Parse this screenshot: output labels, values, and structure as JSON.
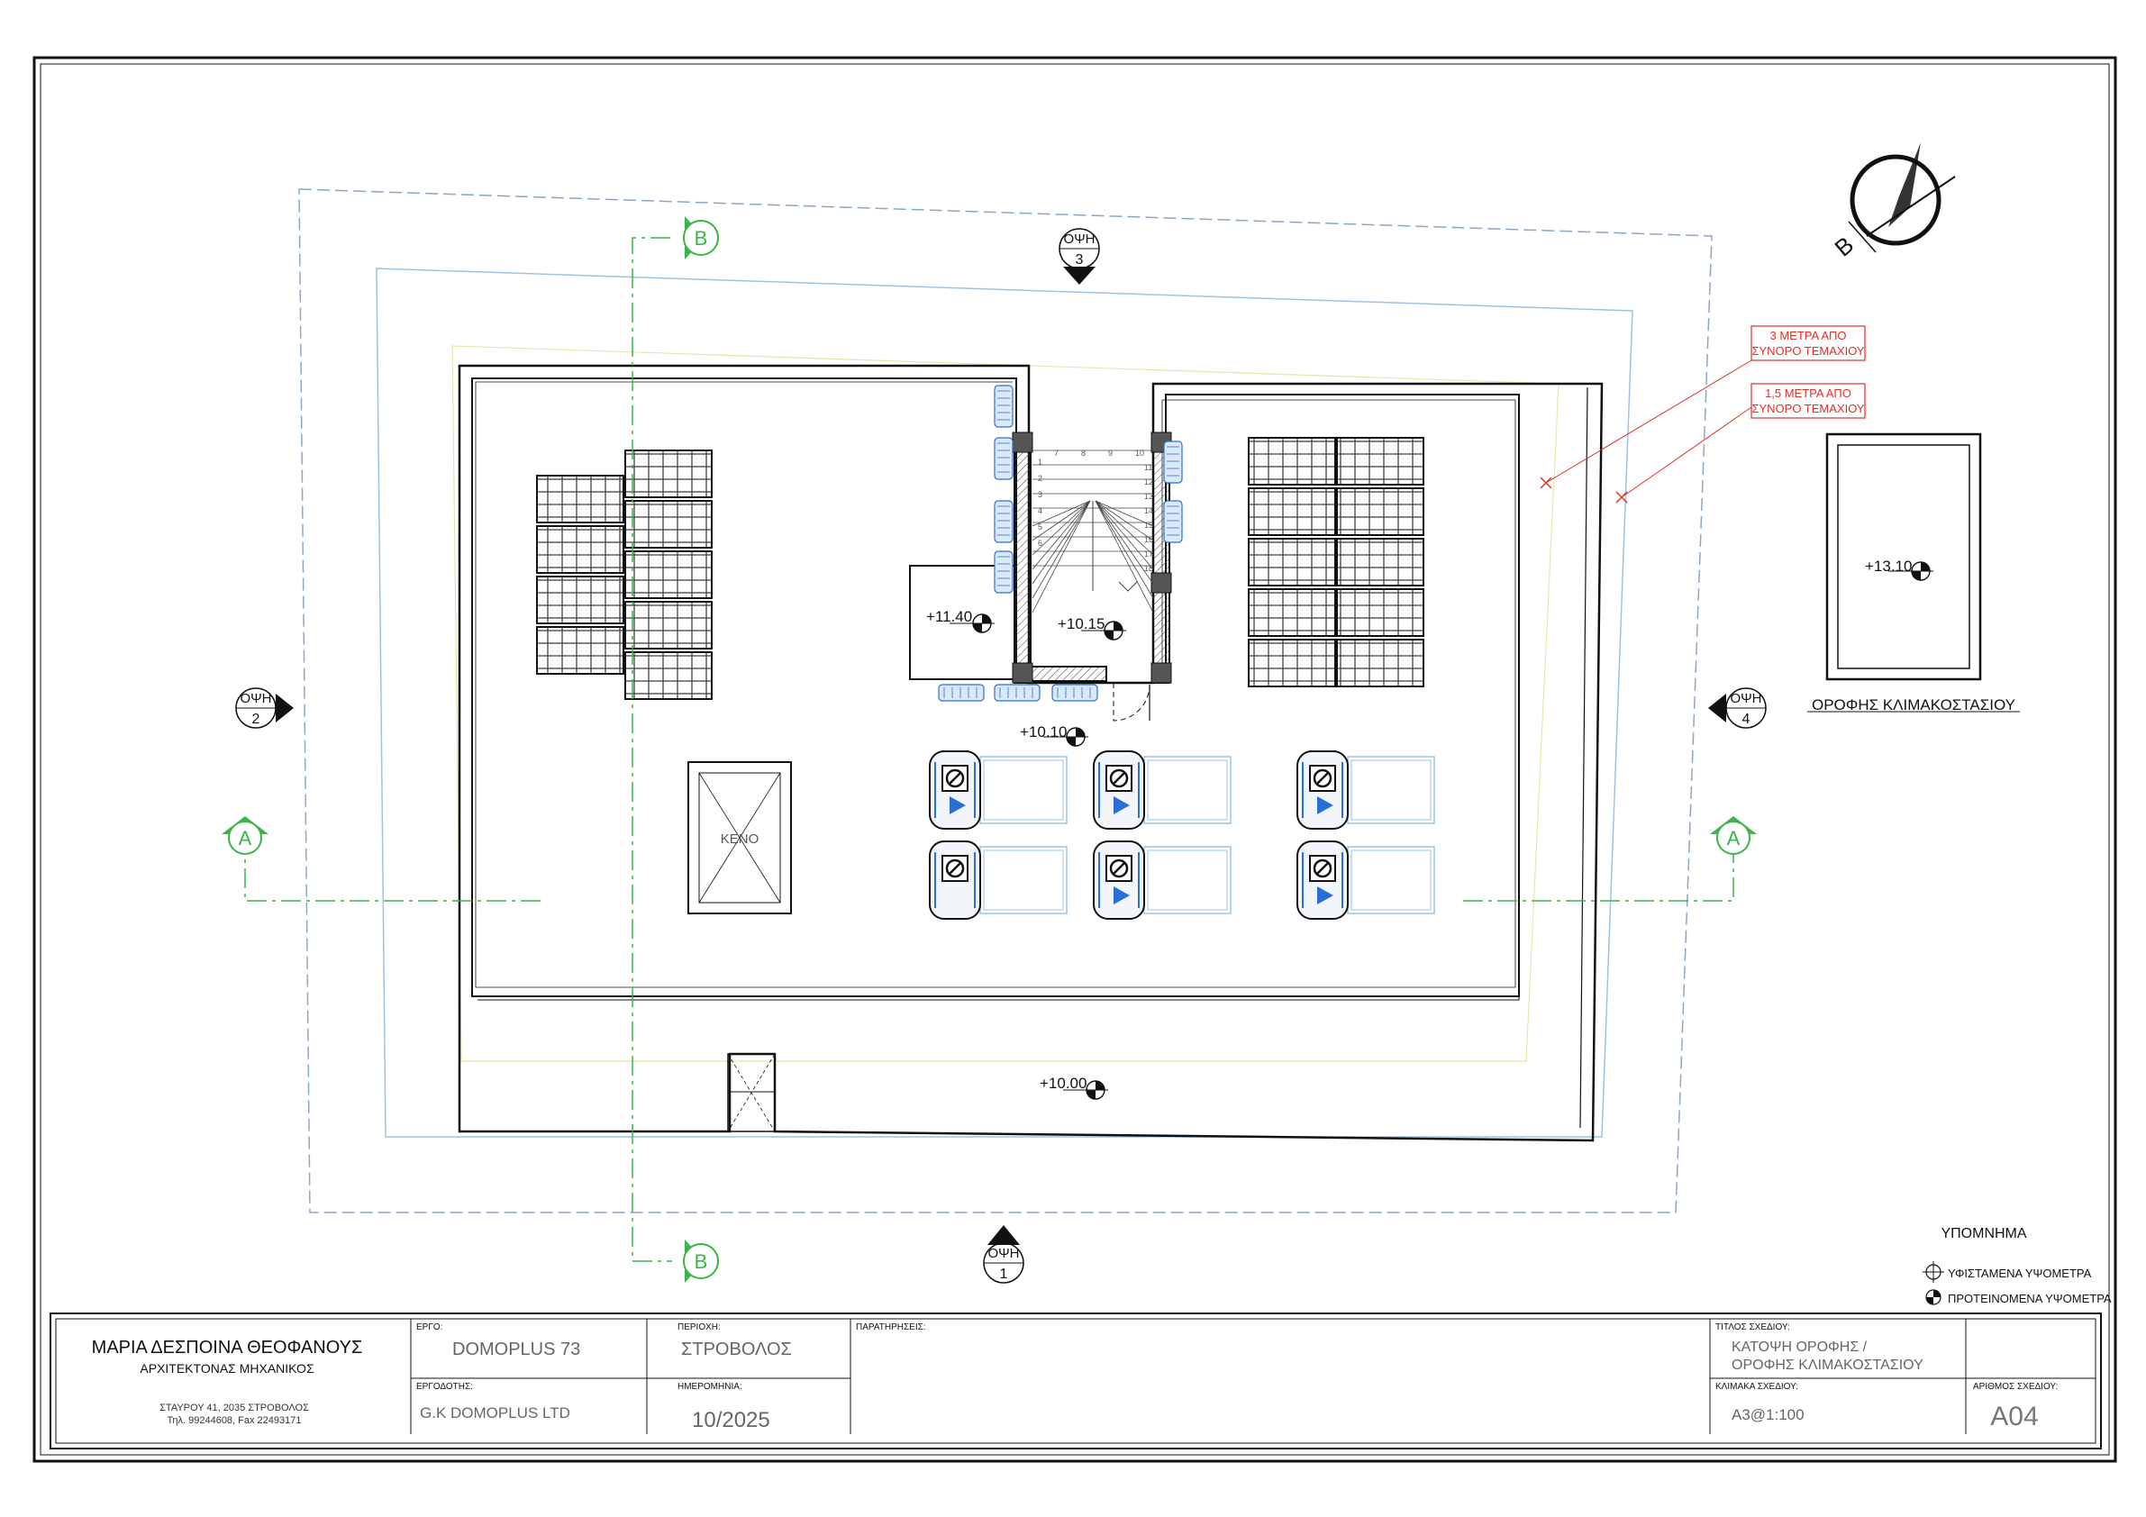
{
  "elevations": {
    "stair_roof": "+11.40",
    "stair_landing": "+10.15",
    "roof_main": "+10.10",
    "terrace": "+10.00",
    "stair_roof_top": "+13.10"
  },
  "void_label": "ΚΕΝΟ",
  "stair_numbers": [
    "1",
    "2",
    "3",
    "4",
    "5",
    "6",
    "7",
    "8",
    "9",
    "10",
    "11",
    "12",
    "13",
    "14",
    "15",
    "16",
    "17",
    "18"
  ],
  "views": {
    "v1": {
      "label": "ΟΨΗ",
      "num": "1"
    },
    "v2": {
      "label": "ΟΨΗ",
      "num": "2"
    },
    "v3": {
      "label": "ΟΨΗ",
      "num": "3"
    },
    "v4": {
      "label": "ΟΨΗ",
      "num": "4"
    }
  },
  "sections": {
    "A": "A",
    "B": "B"
  },
  "notes": {
    "n1_line1": "3 ΜΕΤΡΑ ΑΠΟ",
    "n1_line2": "ΣΥΝΟΡΟ ΤΕΜΑΧΙΟΥ",
    "n2_line1": "1,5 ΜΕΤΡΑ ΑΠΟ",
    "n2_line2": "ΣΥΝΟΡΟ ΤΕΜΑΧΙΟΥ"
  },
  "stair_roof_caption": "ΟΡΟΦΗΣ ΚΛΙΜΑΚΟΣΤΑΣΙΟΥ",
  "north_label": "B",
  "legend": {
    "title": "ΥΠΟΜΝΗΜΑ",
    "existing": "ΥΦΙΣΤΑΜΕΝΑ ΥΨΟΜΕΤΡΑ",
    "proposed": "ΠΡΟΤΕΙΝΟΜΕΝΑ ΥΨΟΜΕΤΡΑ"
  },
  "titleblock": {
    "architect_name": "ΜΑΡΙΑ ΔΕΣΠΟΙΝΑ ΘΕΟΦΑΝΟΥΣ",
    "architect_title": "ΑΡΧΙΤΕΚΤΟΝΑΣ ΜΗΧΑΝΙΚΟΣ",
    "address": "ΣΤΑΥΡΟΥ 41, 2035 ΣΤΡΟΒΟΛΟΣ",
    "phone": "Τηλ. 99244608, Fax 22493171",
    "project_label": "ΕΡΓΟ:",
    "project_value": "DOMOPLUS 73",
    "client_label": "ΕΡΓΟΔΟΤΗΣ:",
    "client_value": "G.K DOMOPLUS LTD",
    "area_label": "ΠΕΡΙΟΧΗ:",
    "area_value": "ΣΤΡΟΒΟΛΟΣ",
    "date_label": "ΗΜΕΡΟΜΗΝΙΑ:",
    "date_value": "10/2025",
    "remarks_label": "ΠΑΡΑΤΗΡΗΣΕΙΣ:",
    "drawing_title_label": "ΤΙΤΛΟΣ ΣΧΕΔΙΟΥ:",
    "drawing_title_line1": "ΚΑΤΟΨΗ ΟΡΟΦΗΣ /",
    "drawing_title_line2": "ΟΡΟΦΗΣ ΚΛΙΜΑΚΟΣΤΑΣΙΟΥ",
    "scale_label": "ΚΛΙΜΑΚΑ ΣΧΕΔΙΟΥ:",
    "scale_value": "A3@1:100",
    "number_label": "ΑΡΙΘΜΟΣ ΣΧΕΔΙΟΥ:",
    "number_value": "A04"
  },
  "colors": {
    "line": "#1a1a1a",
    "green": "#3cb44b",
    "red": "#e0302a",
    "blue": "#2a6fd6",
    "lightblue": "#9cc3e6",
    "yellow": "#e9e4a8"
  }
}
